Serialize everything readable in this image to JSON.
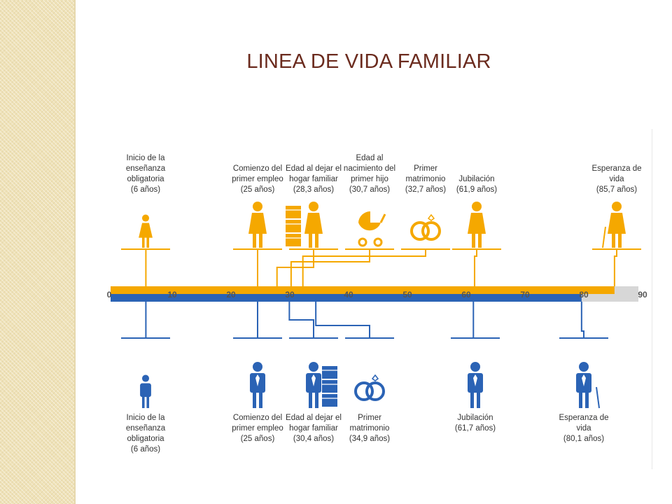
{
  "title": "LINEA DE VIDA FAMILIAR",
  "colors": {
    "female": "#f5a800",
    "male": "#2b63b5",
    "axis_gray": "#d7d7d7",
    "title": "#6b2b1e"
  },
  "axis": {
    "min": 0,
    "max": 90,
    "ticks": [
      "0",
      "10",
      "20",
      "30",
      "40",
      "50",
      "60",
      "70",
      "80",
      "90"
    ]
  },
  "female_events": [
    {
      "label": "Inicio de la\nenseñanza\nobligatoria\n(6 años)",
      "age": 6,
      "icon": "girl-icon"
    },
    {
      "label": "Comienzo del\nprimer empleo\n(25 años)",
      "age": 25,
      "icon": "working-woman-icon"
    },
    {
      "label": "Edad al dejar el\nhogar familiar\n(28,3 años)",
      "age": 28.3,
      "icon": "woman-with-boxes-icon"
    },
    {
      "label": "Edad al\nnacimiento del\nprimer hijo\n(30,7 años)",
      "age": 30.7,
      "icon": "baby-stroller-icon"
    },
    {
      "label": "Primer\nmatrimonio\n(32,7 años)",
      "age": 32.7,
      "icon": "wedding-rings-icon"
    },
    {
      "label": "Jubilación\n(61,9 años)",
      "age": 61.9,
      "icon": "retired-woman-icon"
    },
    {
      "label": "Esperanza de\nvida\n(85,7 años)",
      "age": 85.7,
      "icon": "elderly-woman-icon"
    }
  ],
  "male_events": [
    {
      "label": "Inicio de la\nenseñanza\nobligatoria\n(6 años)",
      "age": 6,
      "icon": "boy-icon"
    },
    {
      "label": "Comienzo del\nprimer empleo\n(25 años)",
      "age": 25,
      "icon": "working-man-icon"
    },
    {
      "label": "Edad al dejar el\nhogar familiar\n(30,4 años)",
      "age": 30.4,
      "icon": "man-with-boxes-icon"
    },
    {
      "label": "Primer\nmatrimonio\n(34,9 años)",
      "age": 34.9,
      "icon": "wedding-rings-icon"
    },
    {
      "label": "Jubilación\n(61,7 años)",
      "age": 61.7,
      "icon": "retired-man-icon"
    },
    {
      "label": "Esperanza de\nvida\n(80,1 años)",
      "age": 80.1,
      "icon": "elderly-man-icon"
    }
  ]
}
